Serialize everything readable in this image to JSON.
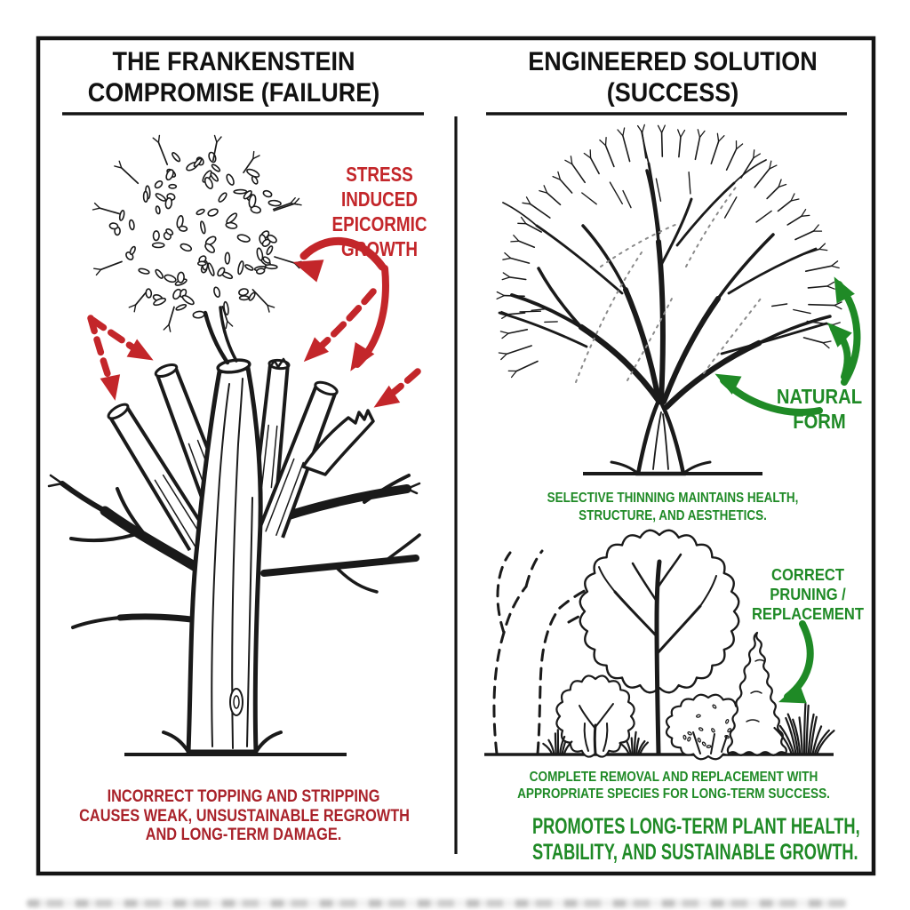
{
  "colors": {
    "ink": "#1a1a1a",
    "accent_red": "#c3262a",
    "accent_red_dark": "#a9222a",
    "accent_green": "#1f8a26",
    "thinning_dotted_gray": "#8a8a8a"
  },
  "left_panel": {
    "title_lines": [
      "THE FRANKENSTEIN",
      "COMPROMISE (FAILURE)"
    ],
    "stress_label_lines": [
      "STRESS",
      "INDUCED",
      "EPICORMIC",
      "GROWTH"
    ],
    "caption_lines": [
      "INCORRECT TOPPING AND STRIPPING",
      "CAUSES WEAK, UNSUSTAINABLE REGROWTH",
      "AND LONG-TERM DAMAGE."
    ]
  },
  "right_panel": {
    "title_lines": [
      "ENGINEERED SOLUTION",
      "(SUCCESS)"
    ],
    "natural_form_label_lines": [
      "NATURAL",
      "FORM"
    ],
    "selective_caption_lines": [
      "SELECTIVE THINNING MAINTAINS HEALTH,",
      "STRUCTURE, AND AESTHETICS."
    ],
    "correct_pruning_label_lines": [
      "CORRECT",
      "PRUNING /",
      "REPLACEMENT"
    ],
    "complete_caption_lines": [
      "COMPLETE REMOVAL AND REPLACEMENT WITH",
      "APPROPRIATE SPECIES FOR LONG-TERM SUCCESS."
    ],
    "promotes_caption_lines": [
      "PROMOTES LONG-TERM PLANT HEALTH,",
      "STABILITY, AND SUSTAINABLE GROWTH."
    ]
  }
}
